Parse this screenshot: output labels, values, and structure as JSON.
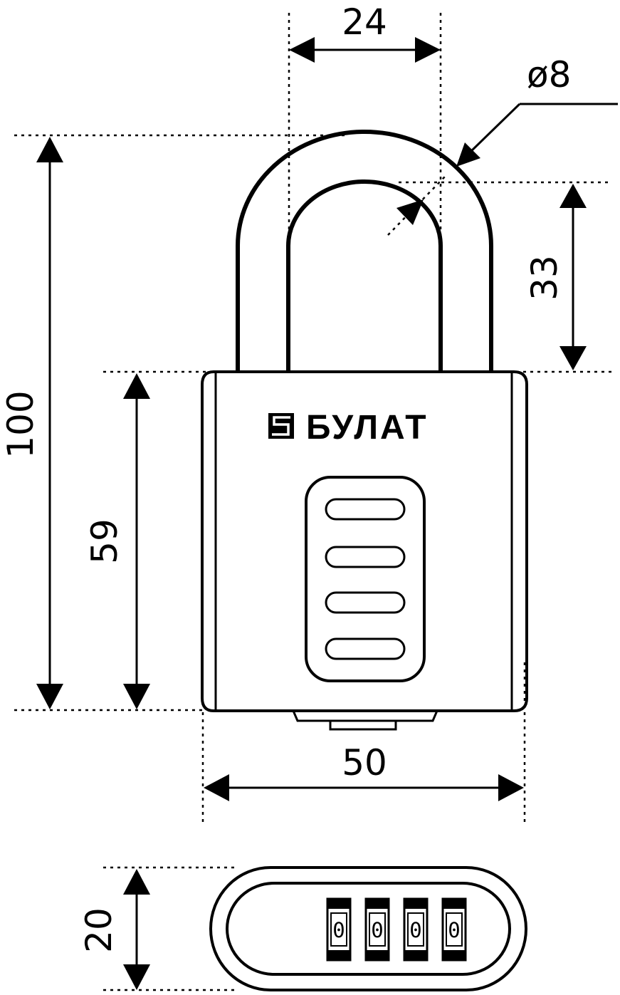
{
  "dimensions": {
    "width_top": "24",
    "shackle_diameter": "ø8",
    "shackle_clearance": "33",
    "total_height": "100",
    "body_height": "59",
    "body_width": "50",
    "thickness": "20"
  },
  "brand": {
    "name": "БУЛАТ",
    "logo_icon": "bulat-logo-icon"
  },
  "combination": {
    "wheels": [
      "0",
      "0",
      "0",
      "0"
    ]
  },
  "colors": {
    "line": "#000000",
    "background": "#ffffff"
  }
}
